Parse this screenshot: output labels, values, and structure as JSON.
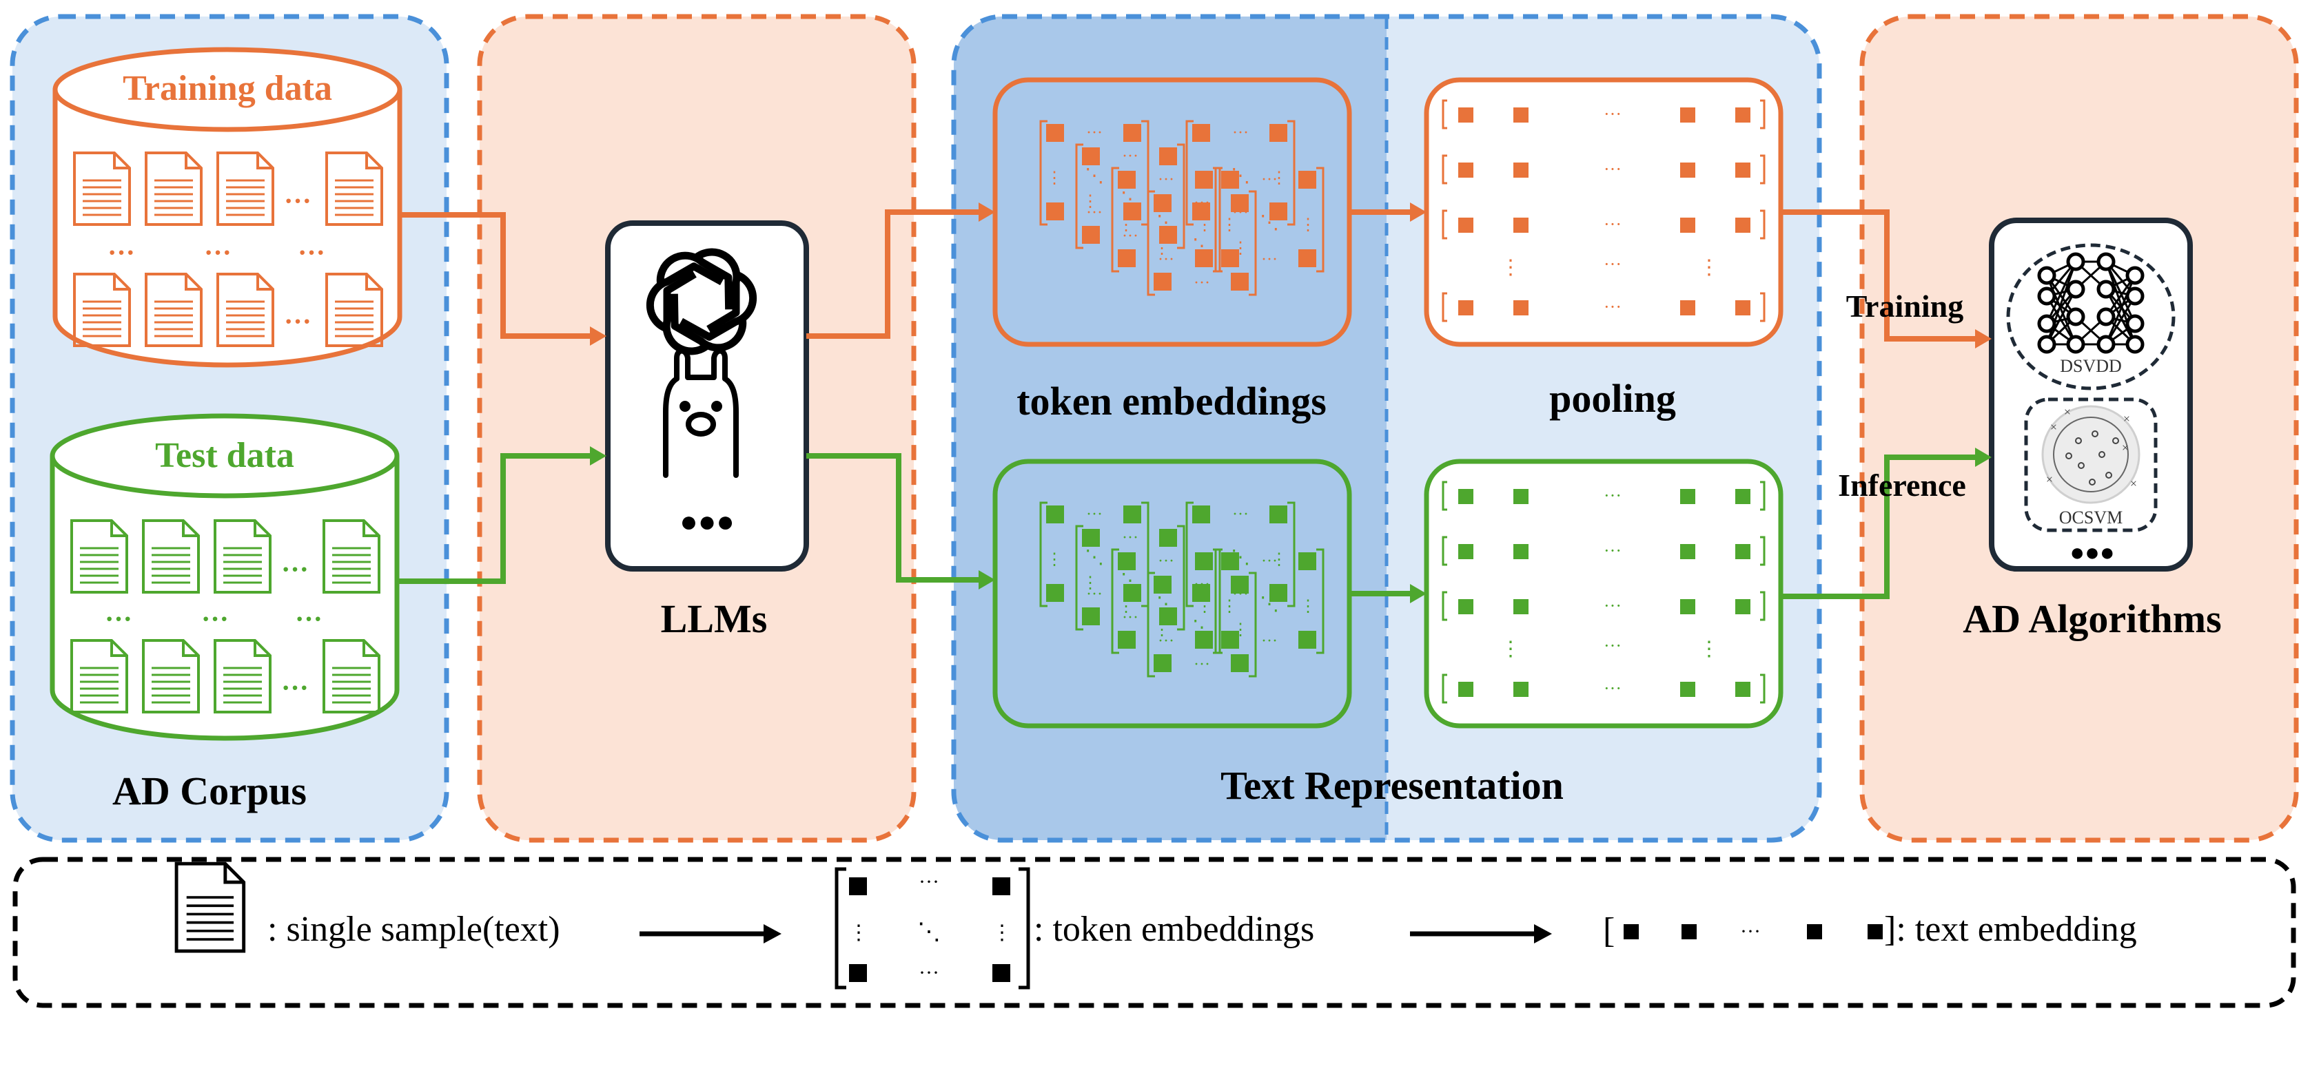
{
  "colors": {
    "orange": "#E8733A",
    "green": "#4EA72E",
    "blue_border": "#4A90D9",
    "blue_fill_light": "#DCE9F7",
    "blue_fill_dark": "#A9C8EA",
    "orange_fill": "#FCE3D6",
    "black": "#000000",
    "dark_navy": "#1F2A36"
  },
  "panels": {
    "ad_corpus": {
      "label": "AD Corpus",
      "training_label": "Training data",
      "test_label": "Test data"
    },
    "llms": {
      "label": "LLMs",
      "icons": [
        "openai-logo-icon",
        "llama-icon"
      ],
      "more": "●●●"
    },
    "text_representation": {
      "label": "Text Representation",
      "token_embeddings_label": "token embeddings",
      "pooling_label": "pooling"
    },
    "ad_algorithms": {
      "label": "AD Algorithms",
      "training_arrow_label": "Training",
      "inference_arrow_label": "Inference",
      "algorithms": [
        "DSVDD",
        "OCSVM"
      ],
      "more": "●●●"
    }
  },
  "legend": {
    "sample_label": ": single sample(text)",
    "token_label": ": token embeddings",
    "text_embedding_label": "]: text embedding",
    "open_bracket": "["
  }
}
